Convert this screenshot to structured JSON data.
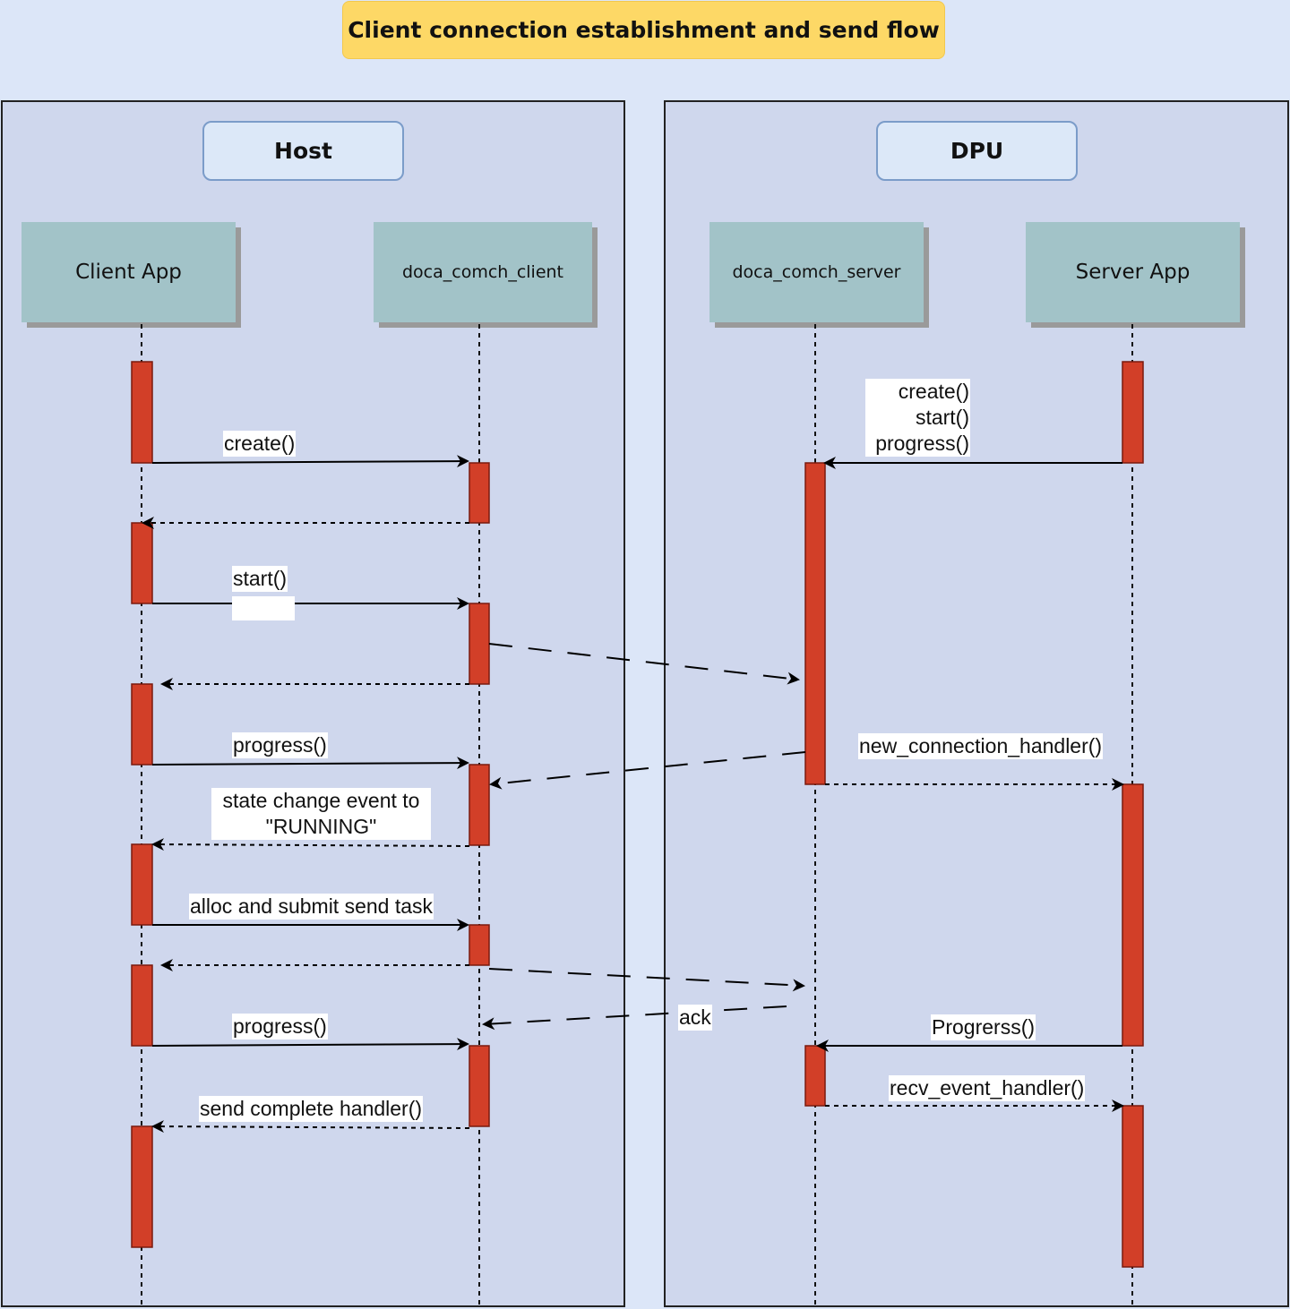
{
  "title": "Client connection establishment and send flow",
  "groups": {
    "host": "Host",
    "dpu": "DPU"
  },
  "actors": {
    "client_app": "Client App",
    "comch_client": "doca_comch_client",
    "comch_server": "doca_comch_server",
    "server_app": "Server App"
  },
  "messages": {
    "create": "create()",
    "start": "start()",
    "progress_1": "progress()",
    "state_change_line1": "state change event to",
    "state_change_line2": "\"RUNNING\"",
    "alloc_submit": "alloc and submit send task",
    "progress_2": "progress()",
    "send_complete": "send complete handler()",
    "server_create": "create()",
    "server_start": "start()",
    "server_progress": "progress()",
    "new_connection": "new_connection_handler()",
    "ack": "ack",
    "progrerss": "Progrerss()",
    "recv_event": "recv_event_handler()"
  },
  "colors": {
    "background": "#dce6f8",
    "panel": "#cfd7ed",
    "actor": "#a2c3c8",
    "activation": "#d23f28",
    "title_box": "#fdd866"
  }
}
